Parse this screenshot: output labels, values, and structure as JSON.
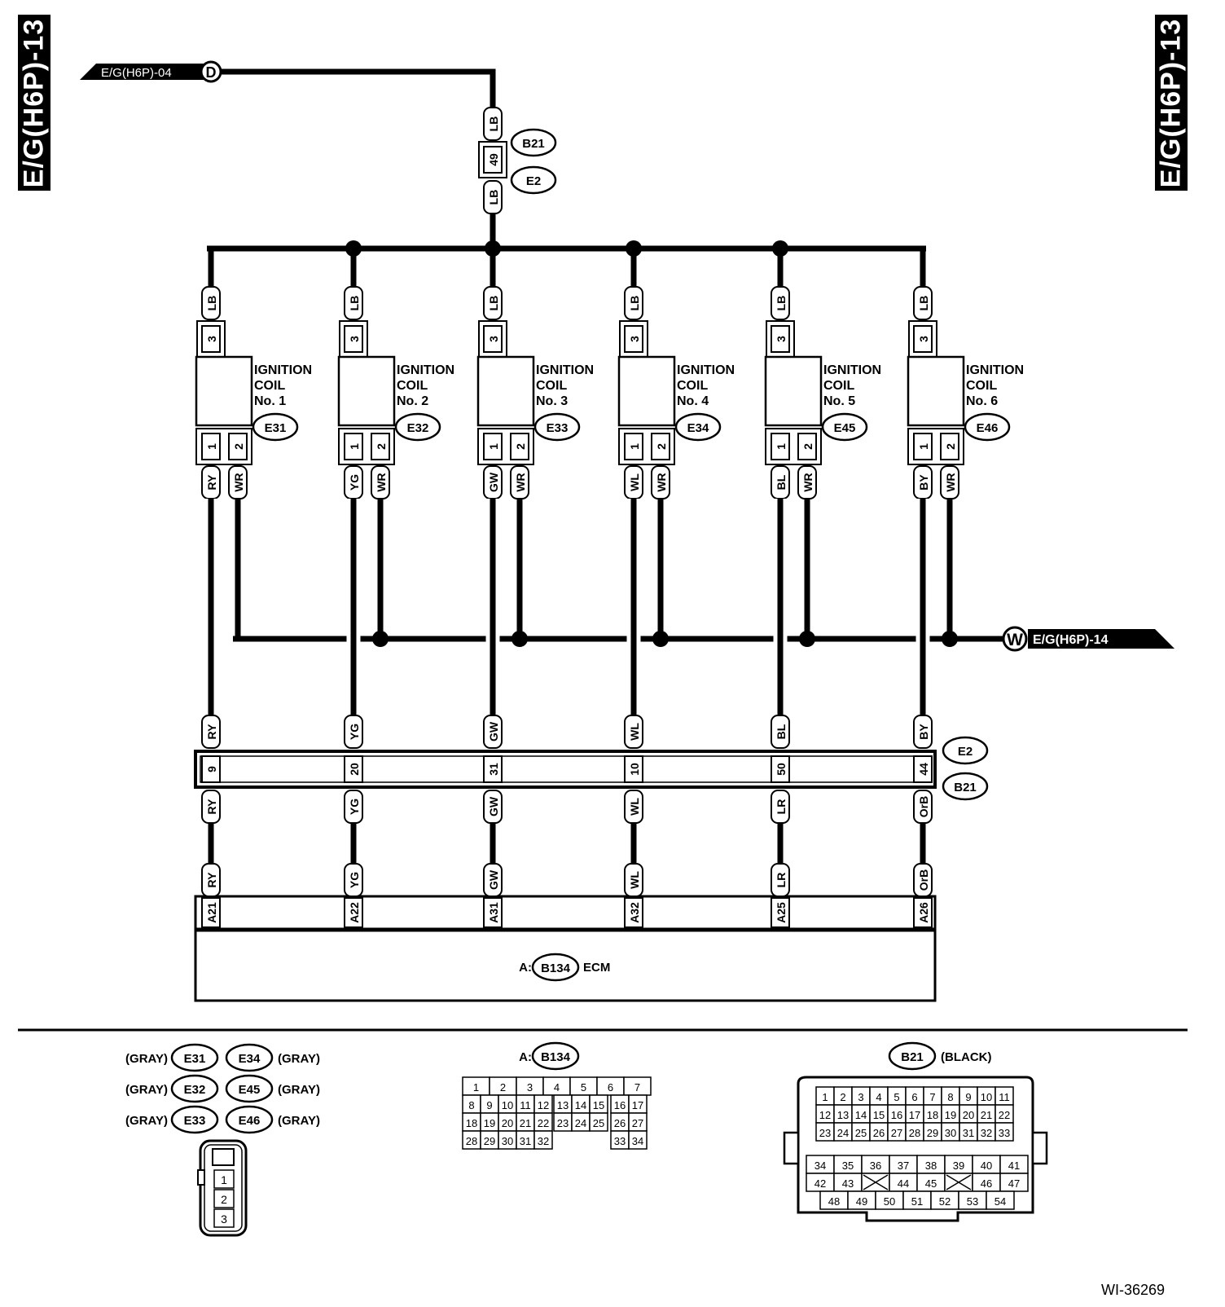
{
  "page_code": "E/G(H6P)-13",
  "doc_id": "WI-36269",
  "connections": {
    "from_label": "E/G(H6P)-04",
    "from_letter": "D",
    "to_label": "E/G(H6P)-14",
    "to_letter": "W"
  },
  "supply": {
    "wire_upper": "LB",
    "pin": "49",
    "wire_lower": "LB",
    "conn_b21": "B21",
    "conn_e2": "E2"
  },
  "coils": [
    {
      "title": "IGNITION",
      "line2": "COIL",
      "num": "No. 1",
      "conn": "E31",
      "pin3": "3",
      "pin3_wire": "LB",
      "pin1": "1",
      "pin2": "2",
      "w1": "RY",
      "w2": "WR",
      "e2_wire": "RY",
      "e2_pin": "9",
      "b21_wire": "RY",
      "ecm_wire": "RY",
      "ecm_pin": "A21"
    },
    {
      "title": "IGNITION",
      "line2": "COIL",
      "num": "No. 2",
      "conn": "E32",
      "pin3": "3",
      "pin3_wire": "LB",
      "pin1": "1",
      "pin2": "2",
      "w1": "YG",
      "w2": "WR",
      "e2_wire": "YG",
      "e2_pin": "20",
      "b21_wire": "YG",
      "ecm_wire": "YG",
      "ecm_pin": "A22"
    },
    {
      "title": "IGNITION",
      "line2": "COIL",
      "num": "No. 3",
      "conn": "E33",
      "pin3": "3",
      "pin3_wire": "LB",
      "pin1": "1",
      "pin2": "2",
      "w1": "GW",
      "w2": "WR",
      "e2_wire": "GW",
      "e2_pin": "31",
      "b21_wire": "GW",
      "ecm_wire": "GW",
      "ecm_pin": "A31"
    },
    {
      "title": "IGNITION",
      "line2": "COIL",
      "num": "No. 4",
      "conn": "E34",
      "pin3": "3",
      "pin3_wire": "LB",
      "pin1": "1",
      "pin2": "2",
      "w1": "WL",
      "w2": "WR",
      "e2_wire": "WL",
      "e2_pin": "10",
      "b21_wire": "WL",
      "ecm_wire": "WL",
      "ecm_pin": "A32"
    },
    {
      "title": "IGNITION",
      "line2": "COIL",
      "num": "No. 5",
      "conn": "E45",
      "pin3": "3",
      "pin3_wire": "LB",
      "pin1": "1",
      "pin2": "2",
      "w1": "BL",
      "w2": "WR",
      "e2_wire": "BL",
      "e2_pin": "50",
      "b21_wire": "LR",
      "ecm_wire": "LR",
      "ecm_pin": "A25"
    },
    {
      "title": "IGNITION",
      "line2": "COIL",
      "num": "No. 6",
      "conn": "E46",
      "pin3": "3",
      "pin3_wire": "LB",
      "pin1": "1",
      "pin2": "2",
      "w1": "BY",
      "w2": "WR",
      "e2_wire": "BY",
      "e2_pin": "44",
      "b21_wire": "OrB",
      "ecm_wire": "OrB",
      "ecm_pin": "A26"
    }
  ],
  "joint": {
    "e2": "E2",
    "b21": "B21"
  },
  "ecm": {
    "prefix": "A:",
    "conn": "B134",
    "name": "ECM"
  },
  "legend": {
    "coil_conns": [
      {
        "color": "(GRAY)",
        "id": "E31"
      },
      {
        "color": "(GRAY)",
        "id": "E32"
      },
      {
        "color": "(GRAY)",
        "id": "E33"
      },
      {
        "id": "E34",
        "color": "(GRAY)"
      },
      {
        "id": "E45",
        "color": "(GRAY)"
      },
      {
        "id": "E46",
        "color": "(GRAY)"
      }
    ],
    "coil_pins": [
      "1",
      "2",
      "3"
    ],
    "ecm_title_prefix": "A:",
    "ecm_title_conn": "B134",
    "ecm_rows": [
      [
        "1",
        "2",
        "3",
        "4",
        "5",
        "6",
        "7"
      ],
      [
        "8",
        "9",
        "10",
        "11",
        "12",
        "13",
        "14",
        "15",
        "16",
        "17"
      ],
      [
        "18",
        "19",
        "20",
        "21",
        "22",
        "23",
        "24",
        "25",
        "26",
        "27"
      ],
      [
        "28",
        "29",
        "30",
        "31",
        "32",
        "33",
        "34"
      ]
    ],
    "b21_title_conn": "B21",
    "b21_title_color": "(BLACK)",
    "b21_top": [
      [
        "1",
        "2",
        "3",
        "4",
        "5",
        "6",
        "7",
        "8",
        "9",
        "10",
        "11"
      ],
      [
        "12",
        "13",
        "14",
        "15",
        "16",
        "17",
        "18",
        "19",
        "20",
        "21",
        "22"
      ],
      [
        "23",
        "24",
        "25",
        "26",
        "27",
        "28",
        "29",
        "30",
        "31",
        "32",
        "33"
      ]
    ],
    "b21_bottom": [
      [
        "34",
        "35",
        "36",
        "37",
        "38",
        "39",
        "40",
        "41"
      ],
      [
        "42",
        "43",
        "",
        "44",
        "45",
        "",
        "46",
        "47"
      ],
      [
        "48",
        "49",
        "50",
        "51",
        "52",
        "53",
        "54"
      ]
    ]
  }
}
